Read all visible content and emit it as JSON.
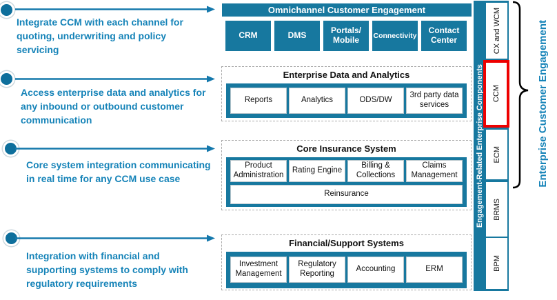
{
  "bullets": [
    {
      "text": "Integrate CCM with each channel for quoting, underwriting and policy servicing"
    },
    {
      "text": "Access enterprise data and analytics for any inbound or outbound customer communication"
    },
    {
      "text": "Core system integration communicating in real time for any CCM use case"
    },
    {
      "text": "Integration with financial and supporting systems to comply with regulatory requirements"
    }
  ],
  "groups": [
    {
      "title": "Omnichannel Customer Engagement",
      "items": [
        "CRM",
        "DMS",
        "Portals/ Mobile",
        "Connectivity",
        "Contact Center"
      ]
    },
    {
      "title": "Enterprise Data and Analytics",
      "items": [
        "Reports",
        "Analytics",
        "ODS/DW",
        "3rd party data services"
      ]
    },
    {
      "title": "Core Insurance System",
      "items": [
        "Product Administration",
        "Rating Engine",
        "Billing & Collections",
        "Claims Management"
      ],
      "full_width_item": "Reinsurance"
    },
    {
      "title": "Financial/Support Systems",
      "items": [
        "Investment Management",
        "Regulatory Reporting",
        "Accounting",
        "ERM"
      ]
    }
  ],
  "right_bar": {
    "label": "Engagement-Related Enterprise Components",
    "components": [
      "CX and WCM",
      "CCM",
      "ECM",
      "BRMS",
      "BPM"
    ],
    "highlighted_component": "CCM"
  },
  "brace": {
    "label": "Enterprise Customer Engagement"
  },
  "colors": {
    "teal": "#17789F",
    "accent_text": "#1583B8",
    "highlight_red": "#EE0000",
    "brace_black": "#000000",
    "white": "#FFFFFF"
  }
}
